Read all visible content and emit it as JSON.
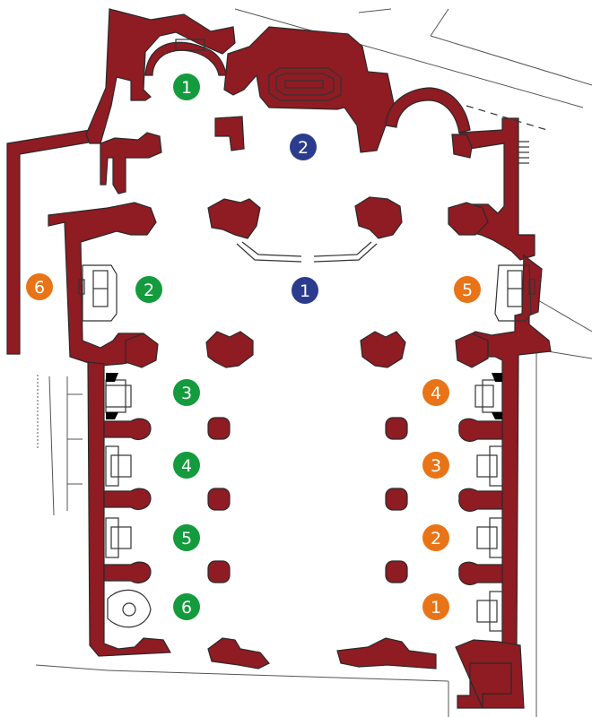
{
  "colors": {
    "wall": "#8f1b23",
    "green": "#139b3d",
    "blue": "#2b3c8f",
    "orange": "#e97418"
  },
  "markers": [
    {
      "id": "green-1",
      "label": "1",
      "color": "green"
    },
    {
      "id": "green-2",
      "label": "2",
      "color": "green"
    },
    {
      "id": "green-3",
      "label": "3",
      "color": "green"
    },
    {
      "id": "green-4",
      "label": "4",
      "color": "green"
    },
    {
      "id": "green-5",
      "label": "5",
      "color": "green"
    },
    {
      "id": "green-6",
      "label": "6",
      "color": "green"
    },
    {
      "id": "blue-1",
      "label": "1",
      "color": "blue"
    },
    {
      "id": "blue-2",
      "label": "2",
      "color": "blue"
    },
    {
      "id": "orange-1",
      "label": "1",
      "color": "orange"
    },
    {
      "id": "orange-2",
      "label": "2",
      "color": "orange"
    },
    {
      "id": "orange-3",
      "label": "3",
      "color": "orange"
    },
    {
      "id": "orange-4",
      "label": "4",
      "color": "orange"
    },
    {
      "id": "orange-5",
      "label": "5",
      "color": "orange"
    },
    {
      "id": "orange-6",
      "label": "6",
      "color": "orange"
    }
  ]
}
